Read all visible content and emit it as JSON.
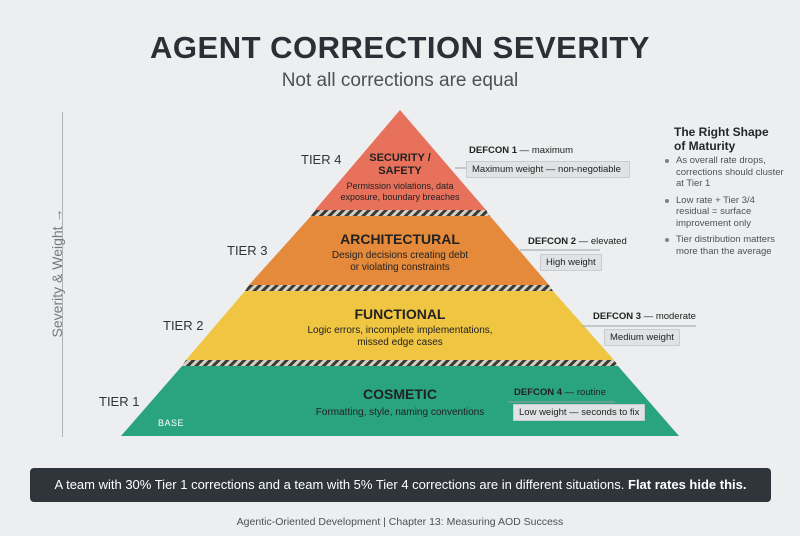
{
  "header": {
    "title": "AGENT CORRECTION SEVERITY",
    "subtitle": "Not all corrections are equal"
  },
  "axis": {
    "label": "Severity & Weight →"
  },
  "tiers": [
    {
      "tier_label": "TIER 4",
      "name_line1": "SECURITY /",
      "name_line2": "SAFETY",
      "desc_line1": "Permission violations, data",
      "desc_line2": "exposure, boundary breaches",
      "defcon_label": "DEFCON 1",
      "defcon_level": " — maximum",
      "weight": "Maximum weight — non-negotiable",
      "color": "#e8715c"
    },
    {
      "tier_label": "TIER 3",
      "name": "ARCHITECTURAL",
      "desc_line1": "Design decisions creating debt",
      "desc_line2": "or violating constraints",
      "defcon_label": "DEFCON 2",
      "defcon_level": " — elevated",
      "weight": "High weight",
      "color": "#e5893a"
    },
    {
      "tier_label": "TIER 2",
      "name": "FUNCTIONAL",
      "desc_line1": "Logic errors, incomplete implementations,",
      "desc_line2": "missed edge cases",
      "defcon_label": "DEFCON 3",
      "defcon_level": " — moderate",
      "weight": "Medium weight",
      "color": "#efc542"
    },
    {
      "tier_label": "TIER 1",
      "name": "COSMETIC",
      "desc_line1": "Formatting, style, naming conventions",
      "defcon_label": "DEFCON 4",
      "defcon_level": " — routine",
      "weight": "Low weight — seconds to fix",
      "base_label": "BASE",
      "color": "#2aa37f"
    }
  ],
  "sidebar": {
    "title_line1": "The Right Shape",
    "title_line2": "of Maturity",
    "items": [
      "As overall rate drops, corrections should cluster at Tier 1",
      "Low rate + Tier 3/4 residual = surface improvement only",
      "Tier distribution matters more than the average"
    ]
  },
  "banner": {
    "text": "A team with 30% Tier 1 corrections and a team with 5% Tier 4 corrections are in different situations. ",
    "bold": "Flat rates hide this."
  },
  "footer": {
    "text": "Agentic-Oriented Development | Chapter 13: Measuring AOD Success"
  }
}
